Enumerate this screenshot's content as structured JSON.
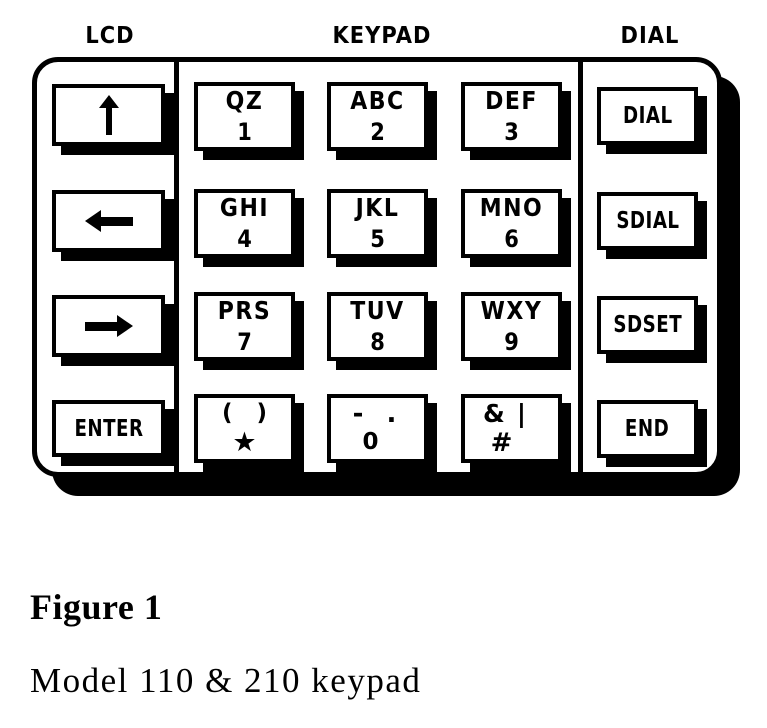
{
  "figure": {
    "label": "Figure 1",
    "caption": "Model 110 & 210 keypad"
  },
  "columns": {
    "lcd": {
      "header": "LCD",
      "keys": [
        {
          "name": "up-arrow",
          "icon": "arrow-up-icon",
          "label": ""
        },
        {
          "name": "left-arrow",
          "icon": "arrow-left-icon",
          "label": ""
        },
        {
          "name": "right-arrow",
          "icon": "arrow-right-icon",
          "label": ""
        },
        {
          "name": "enter",
          "icon": "",
          "label": "ENTER"
        }
      ]
    },
    "keypad": {
      "header": "KEYPAD",
      "keys": [
        {
          "letters": "QZ",
          "digit": "1"
        },
        {
          "letters": "ABC",
          "digit": "2"
        },
        {
          "letters": "DEF",
          "digit": "3"
        },
        {
          "letters": "GHI",
          "digit": "4"
        },
        {
          "letters": "JKL",
          "digit": "5"
        },
        {
          "letters": "MNO",
          "digit": "6"
        },
        {
          "letters": "PRS",
          "digit": "7"
        },
        {
          "letters": "TUV",
          "digit": "8"
        },
        {
          "letters": "WXY",
          "digit": "9"
        },
        {
          "sym_left": "(",
          "sym_right": ")",
          "sym_lower": "★"
        },
        {
          "sym_left": "-",
          "sym_right": ".",
          "sym_lower": "0"
        },
        {
          "sym_left": "&",
          "sym_right": "|",
          "sym_lower": "#"
        }
      ]
    },
    "dial": {
      "header": "DIAL",
      "keys": [
        {
          "label": "DIAL"
        },
        {
          "label": "SDIAL"
        },
        {
          "label": "SDSET"
        },
        {
          "label": "END"
        }
      ]
    }
  },
  "colors": {
    "ink": "#000000",
    "paper": "#ffffff"
  }
}
